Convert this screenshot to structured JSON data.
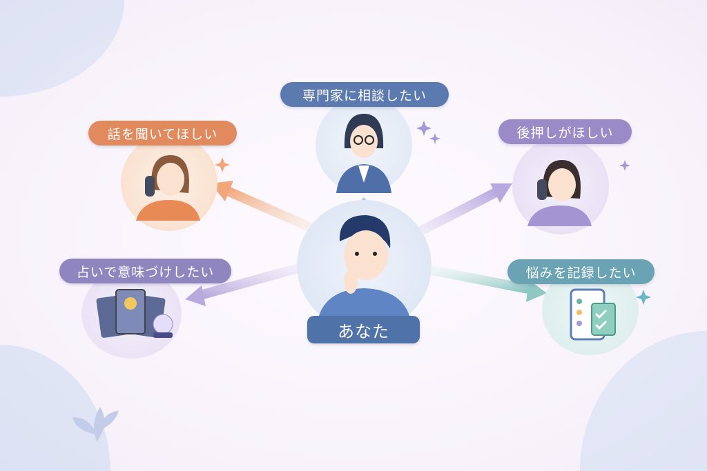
{
  "center": {
    "label": "あなた",
    "color": "#4f73a8"
  },
  "needs": [
    {
      "label": "専門家に相談したい",
      "color": "#5b7bb0",
      "icon": "professional-woman-icon"
    },
    {
      "label": "話を聞いてほしい",
      "color": "#e08a5e",
      "icon": "woman-on-phone-icon"
    },
    {
      "label": "後押しがほしい",
      "color": "#9b8ac8",
      "icon": "woman-on-phone-icon"
    },
    {
      "label": "占いで意味づけしたい",
      "color": "#8f86c0",
      "icon": "tarot-cards-icon"
    },
    {
      "label": "悩みを記録したい",
      "color": "#6aa3b3",
      "icon": "checklist-phone-icon"
    }
  ]
}
